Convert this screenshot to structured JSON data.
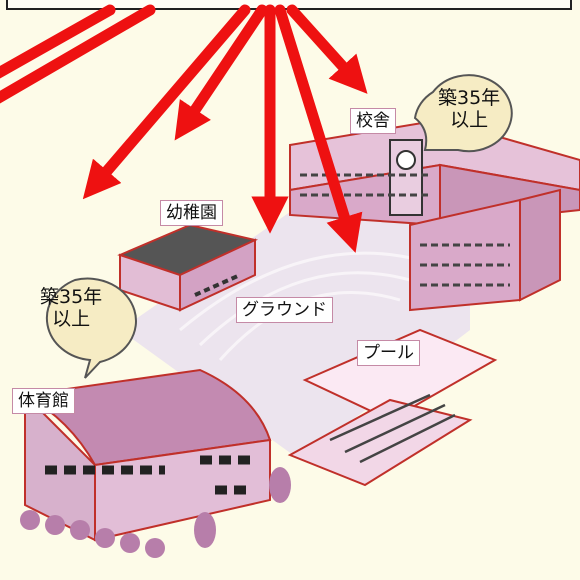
{
  "labels": {
    "school_building": "校舎",
    "kindergarten": "幼稚園",
    "ground": "グラウンド",
    "pool": "プール",
    "gymnasium": "体育館"
  },
  "bubbles": {
    "school_age": {
      "line1": "築35年",
      "line2": "以上"
    },
    "gym_age": {
      "line1": "築35年",
      "line2": "以上"
    }
  },
  "colors": {
    "arrow": "#ee1111",
    "building_fill": "#d9a9c9",
    "building_stroke": "#c0302a",
    "bubble_fill": "#f6ecc4",
    "ground_fill": "#ece4ee",
    "background": "#fdfbe8"
  }
}
